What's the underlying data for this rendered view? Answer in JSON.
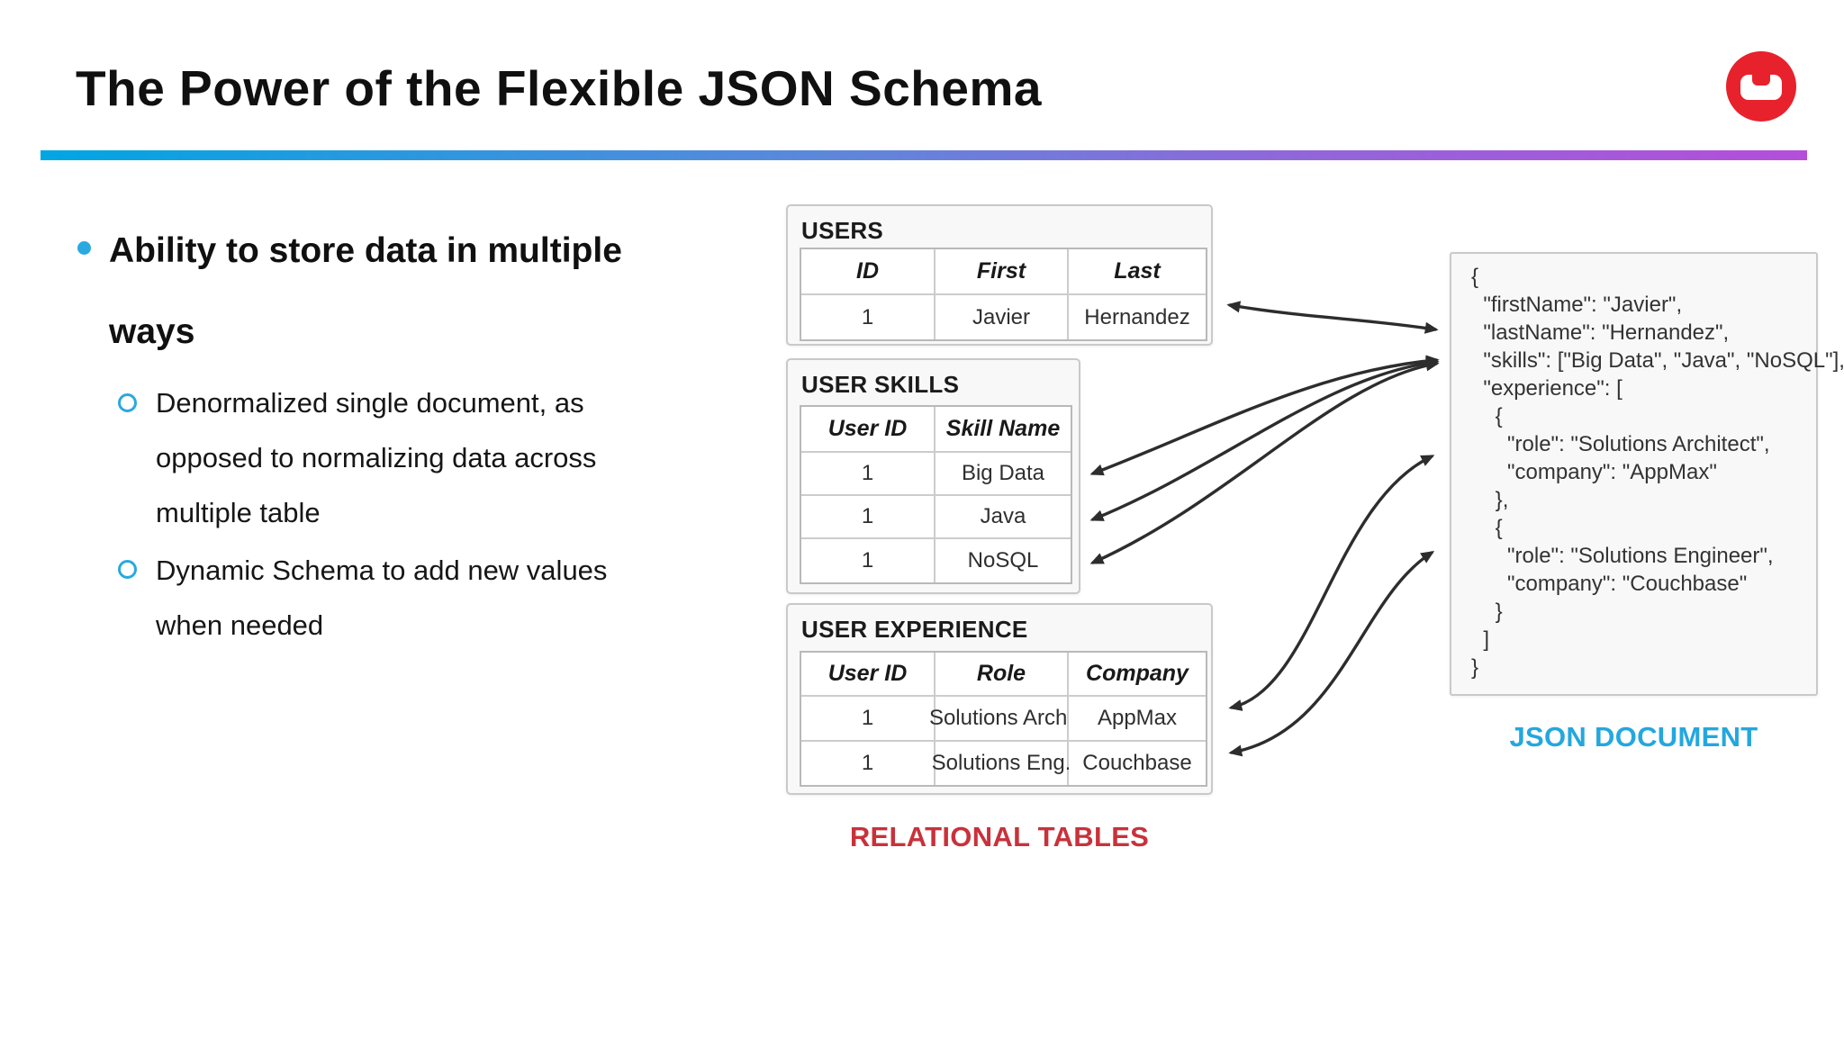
{
  "header": {
    "title": "The Power of the Flexible JSON Schema"
  },
  "logo": {
    "name": "couchbase-logo",
    "color": "#e7222c"
  },
  "accent": {
    "gradient_start": "#00a6e2",
    "gradient_end": "#b44fd9"
  },
  "bullets": {
    "main": {
      "text": "Ability to store data in multiple ways",
      "lines": [
        "Ability to store data in multiple",
        "ways"
      ]
    },
    "sub": [
      {
        "text": "Denormalized single document, as opposed to normalizing data across multiple table",
        "lines": [
          "Denormalized single document, as",
          "opposed to normalizing data across",
          "multiple table"
        ]
      },
      {
        "text": "Dynamic Schema to add new values when needed",
        "lines": [
          "Dynamic Schema to add new values",
          "when needed"
        ]
      }
    ],
    "bullet_color": "#29a9e0"
  },
  "diagram": {
    "tables": [
      {
        "title": "USERS",
        "headers": [
          "ID",
          "First",
          "Last"
        ],
        "rows": [
          [
            "1",
            "Javier",
            "Hernandez"
          ]
        ]
      },
      {
        "title": "USER SKILLS",
        "headers": [
          "User ID",
          "Skill Name"
        ],
        "rows": [
          [
            "1",
            "Big Data"
          ],
          [
            "1",
            "Java"
          ],
          [
            "1",
            "NoSQL"
          ]
        ]
      },
      {
        "title": "USER EXPERIENCE",
        "headers": [
          "User ID",
          "Role",
          "Company"
        ],
        "rows": [
          [
            "1",
            "Solutions Arch.",
            "AppMax"
          ],
          [
            "1",
            "Solutions Eng.",
            "Couchbase"
          ]
        ]
      }
    ],
    "tables_caption": "RELATIONAL TABLES",
    "tables_caption_color": "#c8323b",
    "json_caption": "JSON DOCUMENT",
    "json_caption_color": "#24a7de",
    "json_document": "{\n  \"firstName\": \"Javier\",\n  \"lastName\": \"Hernandez\",\n  \"skills\": [\"Big Data\", \"Java\", \"NoSQL\"],\n  \"experience\": [\n    {\n      \"role\": \"Solutions Architect\",\n      \"company\": \"AppMax\"\n    },\n    {\n      \"role\": \"Solutions Engineer\",\n      \"company\": \"Couchbase\"\n    }\n  ]\n}",
    "arrow_color": "#2d2d2d"
  }
}
